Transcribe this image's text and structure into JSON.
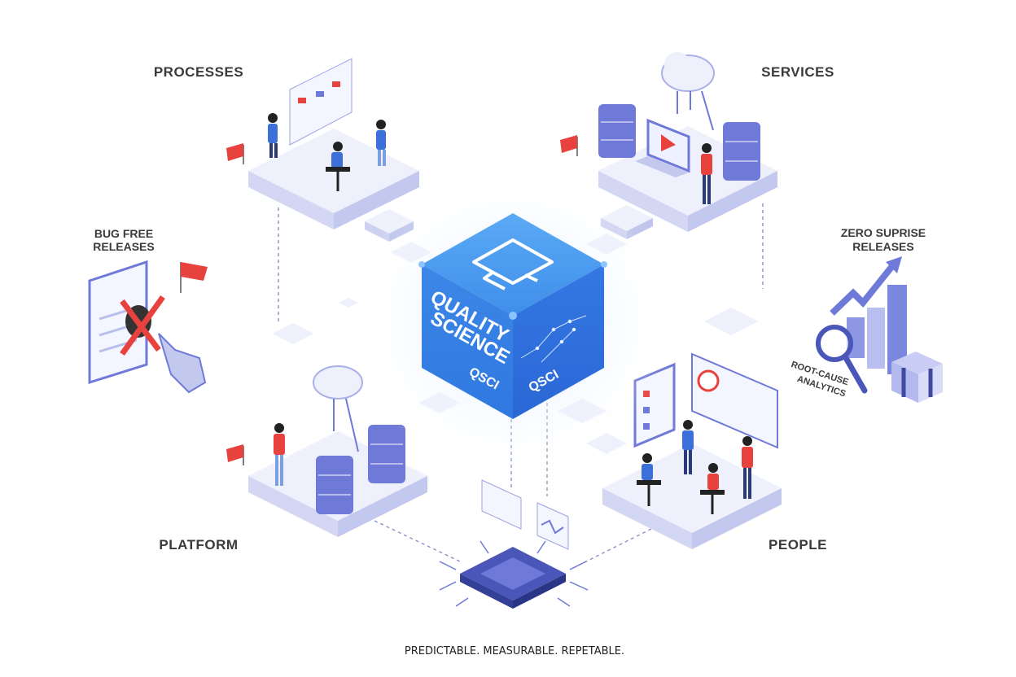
{
  "labels": {
    "processes": "PROCESSES",
    "services": "SERVICES",
    "bug_free_1": "BUG FREE",
    "bug_free_2": "RELEASES",
    "zero_surprise_1": "ZERO SUPRISE",
    "zero_surprise_2": "RELEASES",
    "platform": "PLATFORM",
    "people": "PEOPLE",
    "root_cause_1": "ROOT-CAUSE",
    "root_cause_2": "ANALYTICS"
  },
  "cube": {
    "line1": "QUALITY",
    "line2": "SCIENCE",
    "left_mark": "QSCI",
    "right_mark": "QSCI"
  },
  "tagline": "PREDICTABLE. MEASURABLE. REPETABLE.",
  "colors": {
    "primary": "#3f86e6",
    "accent_red": "#e8423f",
    "platform": "#eef0fb",
    "platform_side": "#c9cdf0",
    "indigo": "#6f79d8"
  }
}
